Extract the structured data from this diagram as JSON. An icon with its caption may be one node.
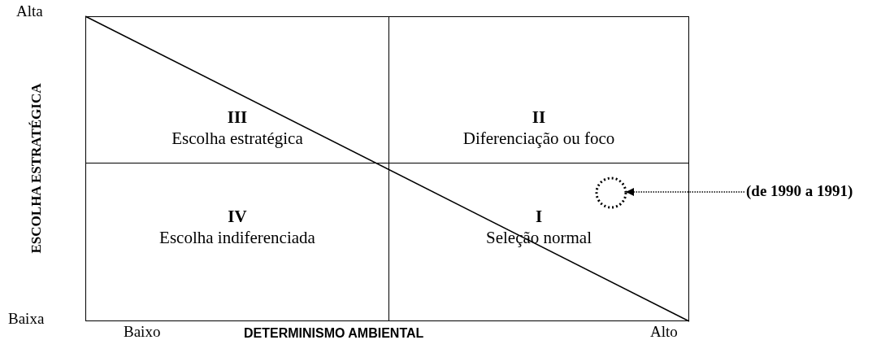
{
  "diagram": {
    "nodes": [
      {
        "text": [
          "III",
          "Escolha estratégica"
        ]
      },
      {
        "text": [
          "II",
          "Diferenciação  ou foco"
        ]
      },
      {
        "text": [
          "IV",
          "Escolha indiferenciada"
        ]
      },
      {
        "text": [
          "I",
          "Seleção normal"
        ]
      },
      {
        "text": [],
        "shape": "circle",
        "in": 3
      },
      {
        "text": [
          "(de 1990 a 1991)"
        ]
      }
    ],
    "edges": [
      {
        "from": 5,
        "to": 4,
        "arrow": "to",
        "style": "dashed"
      }
    ],
    "labels": [
      "Alta",
      "ESCOLHA ESTRATÉGICA",
      "Baixa",
      "Baixo",
      "DETERMINISMO AMBIENTAL",
      "Alto"
    ]
  }
}
